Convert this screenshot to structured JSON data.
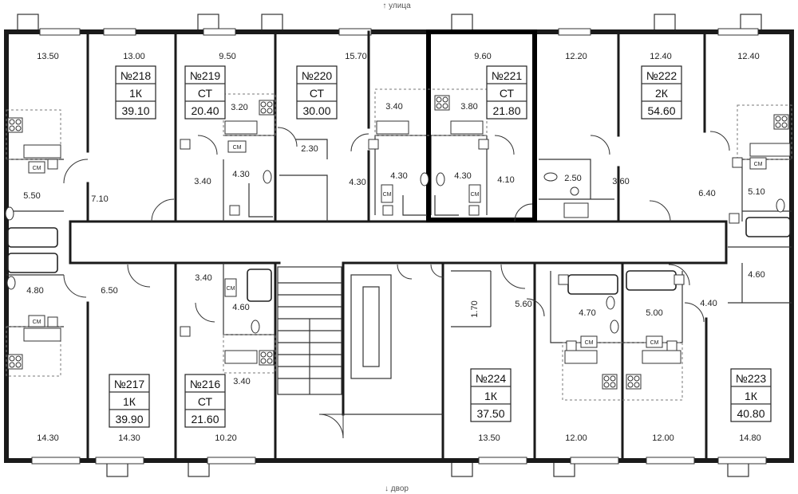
{
  "orientation": {
    "top": "↑ улица",
    "bottom": "↓ двор"
  },
  "apartments": [
    {
      "number": "№218",
      "type": "1К",
      "area": "39.10"
    },
    {
      "number": "№219",
      "type": "СТ",
      "area": "20.40"
    },
    {
      "number": "№220",
      "type": "СТ",
      "area": "30.00"
    },
    {
      "number": "№221",
      "type": "СТ",
      "area": "21.80"
    },
    {
      "number": "№222",
      "type": "2К",
      "area": "54.60"
    },
    {
      "number": "№217",
      "type": "1К",
      "area": "39.90"
    },
    {
      "number": "№216",
      "type": "СТ",
      "area": "21.60"
    },
    {
      "number": "№224",
      "type": "1К",
      "area": "37.50"
    },
    {
      "number": "№223",
      "type": "1К",
      "area": "40.80"
    }
  ],
  "highlighted_apartment": "№221",
  "room_areas": [
    "13.50",
    "13.00",
    "9.50",
    "15.70",
    "9.60",
    "12.20",
    "12.40",
    "12.40",
    "3.20",
    "3.40",
    "3.80",
    "2.30",
    "4.30",
    "4.30",
    "4.30",
    "4.30",
    "4.10",
    "3.40",
    "5.50",
    "7.10",
    "2.50",
    "3.60",
    "6.40",
    "5.10",
    "4.80",
    "6.50",
    "3.40",
    "4.60",
    "1.70",
    "5.60",
    "4.70",
    "5.00",
    "4.40",
    "4.60",
    "3.40",
    "14.30",
    "14.30",
    "10.20",
    "13.50",
    "12.00",
    "12.00",
    "14.80"
  ],
  "fixture_label": "СМ"
}
